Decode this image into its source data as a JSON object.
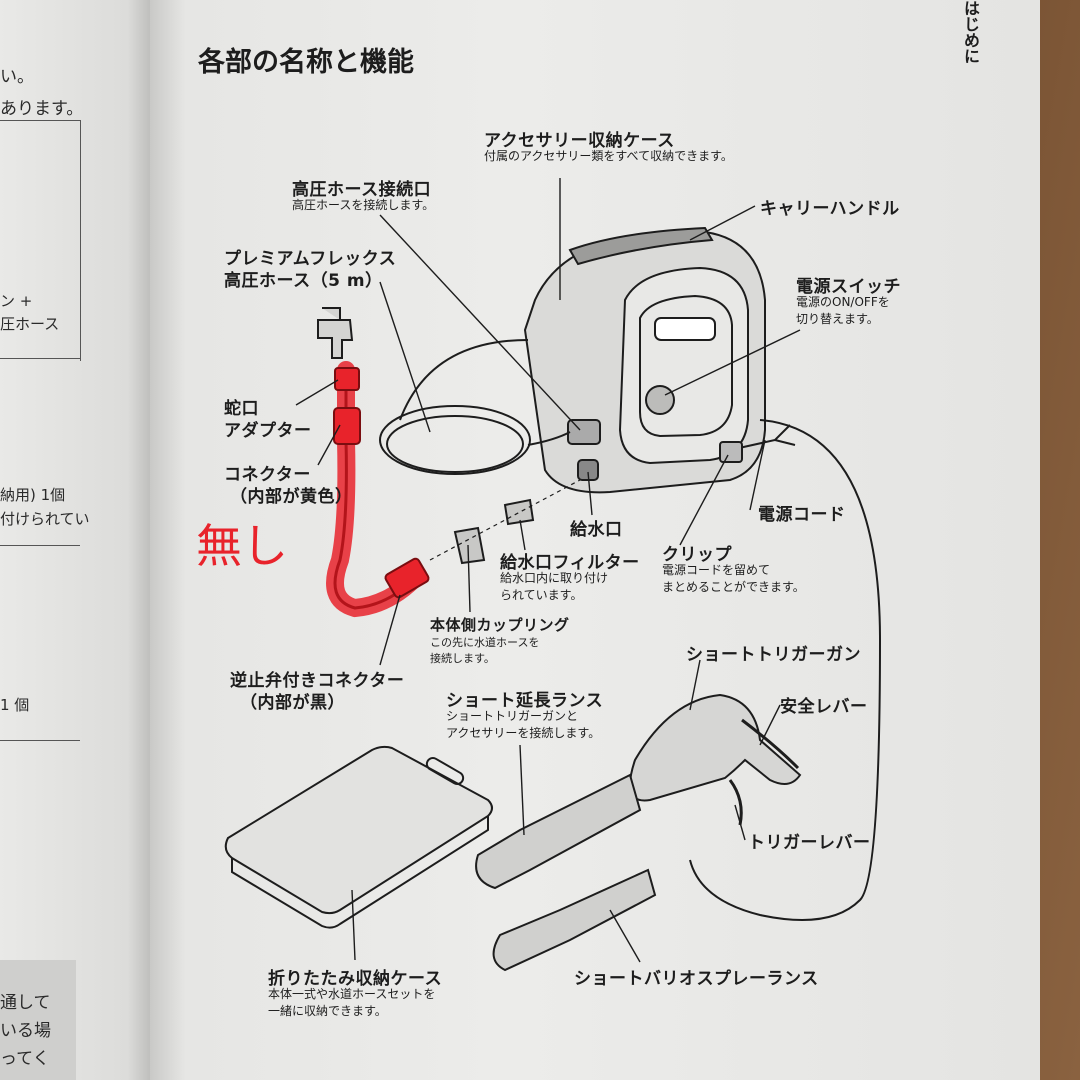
{
  "header": {
    "title": "各部の名称と機能",
    "side_tab": "はじめに"
  },
  "left_page": {
    "lines": [
      "い。",
      "あります。",
      "ン +",
      "圧ホース",
      "納用) 1個",
      "付けられてい",
      "1 個",
      "通して",
      "いる場",
      "ってく"
    ]
  },
  "labels": {
    "accessory_case": {
      "name": "アクセサリー収納ケース",
      "desc": "付属のアクセサリー類をすべて収納できます。"
    },
    "hp_hose_port": {
      "name": "高圧ホース接続口",
      "desc": "高圧ホースを接続します。"
    },
    "carry_handle": {
      "name": "キャリーハンドル"
    },
    "premium_hose": {
      "name1": "プレミアムフレックス",
      "name2": "高圧ホース（5 m）"
    },
    "power_switch": {
      "name": "電源スイッチ",
      "desc1": "電源のON/OFFを",
      "desc2": "切り替えます。"
    },
    "faucet_adapter": {
      "name1": "蛇口",
      "name2": "アダプター"
    },
    "connector": {
      "name1": "コネクター",
      "name2": "（内部が黄色）"
    },
    "power_cord": {
      "name": "電源コード"
    },
    "water_inlet": {
      "name": "給水口"
    },
    "inlet_filter": {
      "name": "給水口フィルター",
      "desc1": "給水口内に取り付け",
      "desc2": "られています。"
    },
    "clip": {
      "name": "クリップ",
      "desc1": "電源コードを留めて",
      "desc2": "まとめることができます。"
    },
    "body_coupling": {
      "name": "本体側カップリング",
      "desc1": "この先に水道ホースを",
      "desc2": "接続します。"
    },
    "check_valve_connector": {
      "name1": "逆止弁付きコネクター",
      "name2": "（内部が黒）"
    },
    "short_trigger_gun": {
      "name": "ショートトリガーガン"
    },
    "safety_lever": {
      "name": "安全レバー"
    },
    "short_extension_lance": {
      "name": "ショート延長ランス",
      "desc1": "ショートトリガーガンと",
      "desc2": "アクセサリーを接続します。"
    },
    "trigger_lever": {
      "name": "トリガーレバー"
    },
    "folding_case": {
      "name": "折りたたみ収納ケース",
      "desc1": "本体一式や水道ホースセットを",
      "desc2": "一緒に収納できます。"
    },
    "vario_spray_lance": {
      "name": "ショートバリオスプレーランス"
    }
  },
  "annotation": {
    "text": "無し",
    "color": "#e8232b"
  },
  "colors": {
    "paper": "#ececea",
    "ink": "#1d1d1d",
    "highlight": "#e8232b",
    "wood": "#6b4a2e"
  }
}
